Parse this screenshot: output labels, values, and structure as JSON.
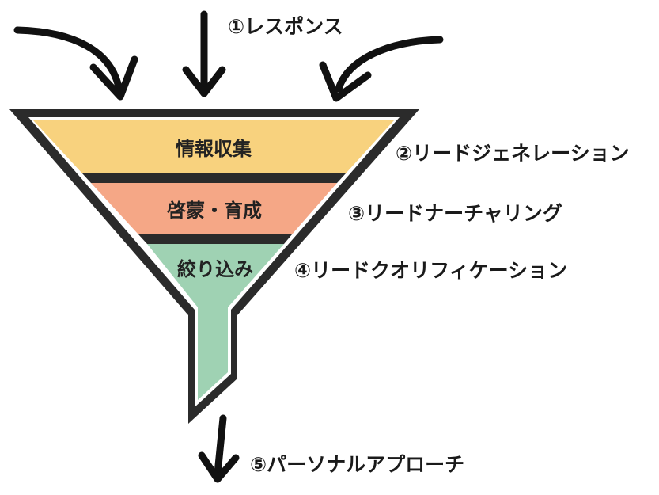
{
  "funnel": {
    "bands": [
      {
        "label": "情報収集",
        "color": "#f8d27e"
      },
      {
        "label": "啓蒙・育成",
        "color": "#f5a786"
      },
      {
        "label": "絞り込み",
        "color": "#9fd2b3"
      }
    ],
    "outline_color": "#2b2b2b"
  },
  "steps": [
    {
      "label": "①レスポンス"
    },
    {
      "label": "②リードジェネレーション"
    },
    {
      "label": "③リードナーチャリング"
    },
    {
      "label": "④リードクオリフィケーション"
    },
    {
      "label": "⑤パーソナルアプローチ"
    }
  ],
  "arrows": {
    "color": "#111111",
    "icon": "curved-arrow"
  }
}
